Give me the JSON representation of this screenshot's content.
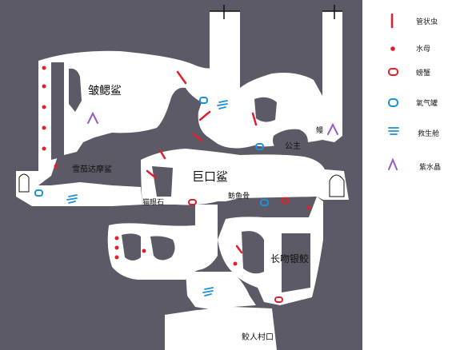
{
  "map": {
    "labels": {
      "wobbegong": "皱鳃鲨",
      "cigar_shark": "雪茄达摩鲨",
      "megamouth": "巨口鲨",
      "cat_eye": "猫眼石",
      "squid_bone": "鲂鱼骨",
      "princess": "公主",
      "chimaera": "长吻银鲛",
      "merfolk_village": "鲛人村口",
      "narrow_label": "鳗"
    }
  },
  "legend": {
    "items": [
      {
        "label": "管状虫",
        "icon": "tube-worm-icon",
        "color": "#e0202a"
      },
      {
        "label": "水母",
        "icon": "jellyfish-icon",
        "color": "#e0202a"
      },
      {
        "label": "螃蟹",
        "icon": "crab-icon",
        "color": "#e0202a"
      },
      {
        "label": "氧气罐",
        "icon": "oxygen-tank-icon",
        "color": "#1f8fd6"
      },
      {
        "label": "救生舱",
        "icon": "lifepod-icon",
        "color": "#1f8fd6"
      },
      {
        "label": "紫水晶",
        "icon": "amethyst-icon",
        "color": "#9b59c8"
      }
    ]
  },
  "colors": {
    "wall": "#5c5a66",
    "floor": "#ffffff",
    "red": "#e0202a",
    "blue": "#1f8fd6",
    "purple": "#9b59c8"
  }
}
